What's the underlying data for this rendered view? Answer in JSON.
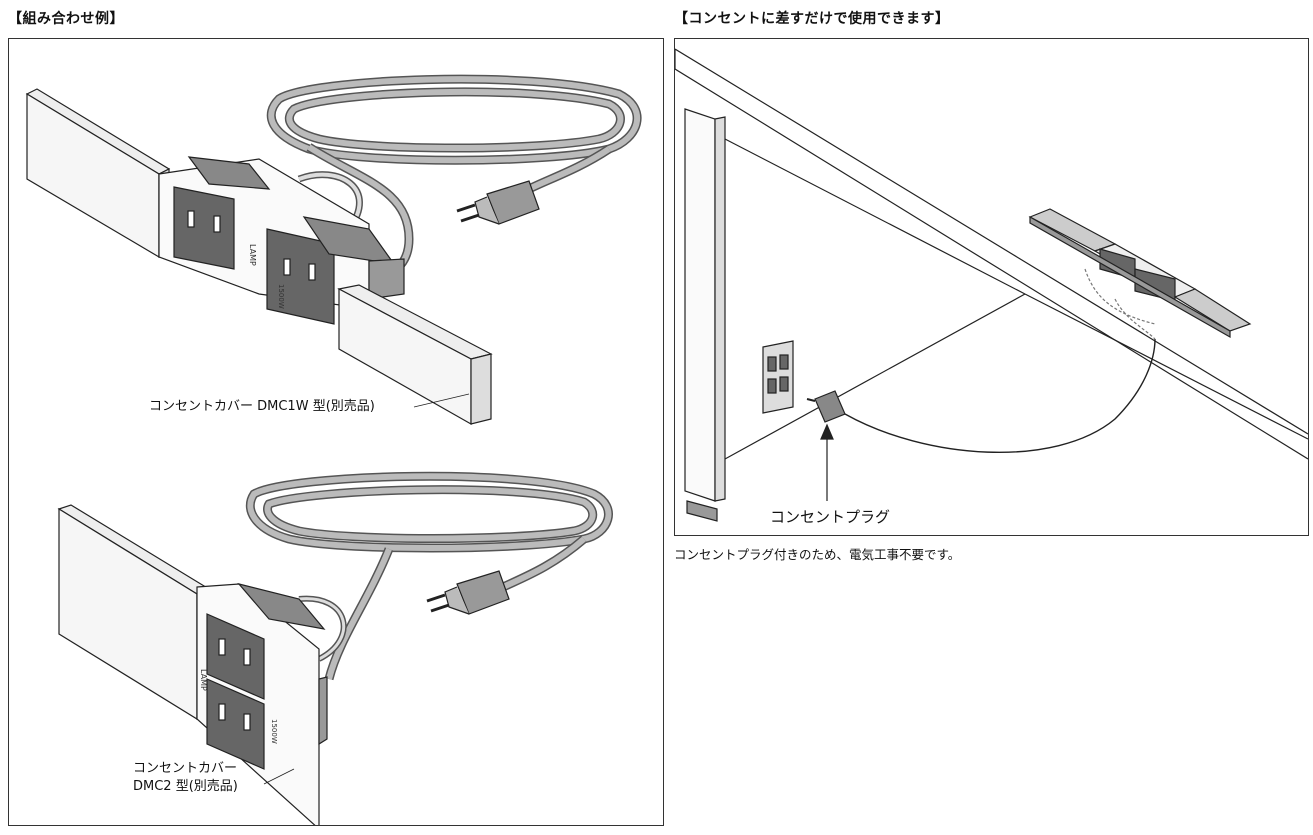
{
  "left_panel": {
    "heading": "【組み合わせ例】",
    "top_label": "コンセントカバー DMC1W 型(別売品)",
    "bottom_label_line1": "コンセントカバー",
    "bottom_label_line2": "DMC2 型(別売品)",
    "unit_text": "1500W",
    "brand_text": "LAMP"
  },
  "right_panel": {
    "heading": "【コンセントに差すだけで使用できます】",
    "plug_label": "コンセントプラグ",
    "caption": "コンセントプラグ付きのため、電気工事不要です。"
  }
}
